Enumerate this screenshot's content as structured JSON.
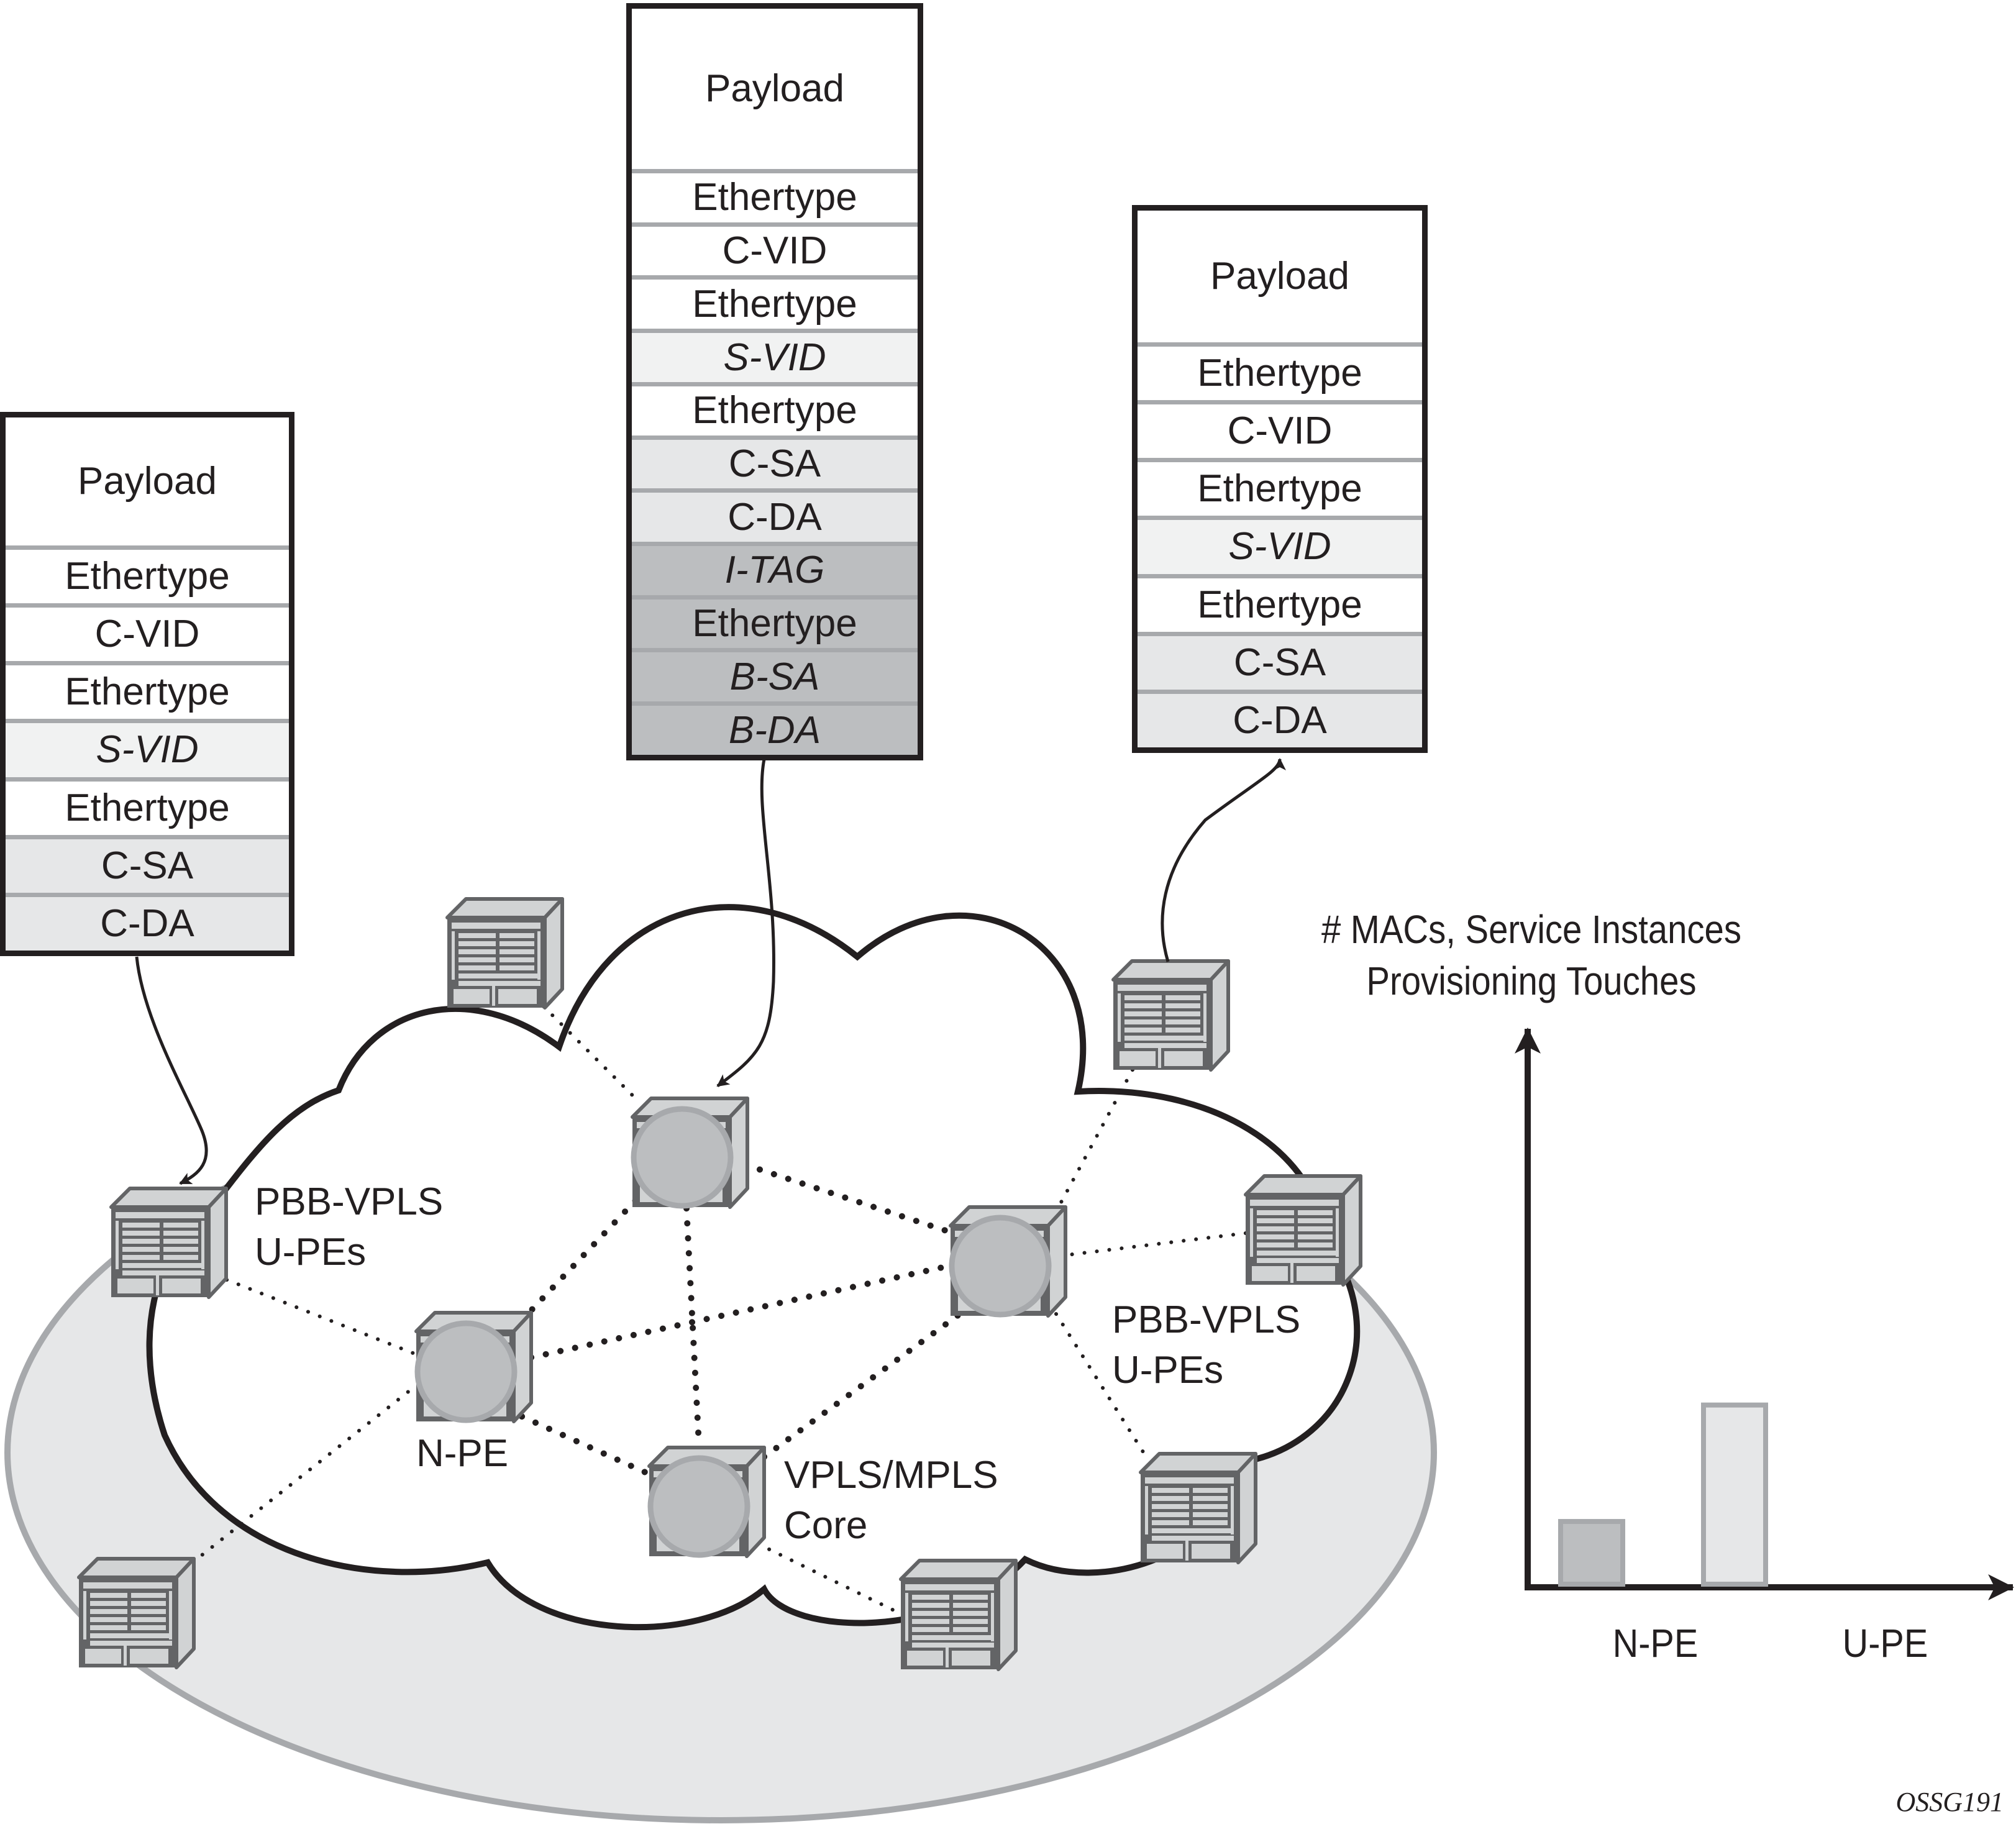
{
  "figure_id": "OSSG191",
  "packets": {
    "left": {
      "rows": [
        {
          "label": "Payload",
          "italic": false,
          "shade": "white",
          "kind": "payload"
        },
        {
          "label": "Ethertype",
          "italic": false,
          "shade": "white"
        },
        {
          "label": "C-VID",
          "italic": false,
          "shade": "white"
        },
        {
          "label": "Ethertype",
          "italic": false,
          "shade": "white"
        },
        {
          "label": "S-VID",
          "italic": true,
          "shade": "light"
        },
        {
          "label": "Ethertype",
          "italic": false,
          "shade": "white"
        },
        {
          "label": "C-SA",
          "italic": false,
          "shade": "mid"
        },
        {
          "label": "C-DA",
          "italic": false,
          "shade": "mid"
        }
      ]
    },
    "center": {
      "rows": [
        {
          "label": "Payload",
          "italic": false,
          "shade": "white",
          "kind": "payload"
        },
        {
          "label": "Ethertype",
          "italic": false,
          "shade": "white"
        },
        {
          "label": "C-VID",
          "italic": false,
          "shade": "white"
        },
        {
          "label": "Ethertype",
          "italic": false,
          "shade": "white"
        },
        {
          "label": "S-VID",
          "italic": true,
          "shade": "light"
        },
        {
          "label": "Ethertype",
          "italic": false,
          "shade": "white"
        },
        {
          "label": "C-SA",
          "italic": false,
          "shade": "mid"
        },
        {
          "label": "C-DA",
          "italic": false,
          "shade": "mid"
        },
        {
          "label": "I-TAG",
          "italic": true,
          "shade": "dark"
        },
        {
          "label": "Ethertype",
          "italic": false,
          "shade": "dark"
        },
        {
          "label": "B-SA",
          "italic": true,
          "shade": "dark"
        },
        {
          "label": "B-DA",
          "italic": true,
          "shade": "dark"
        }
      ]
    },
    "right": {
      "rows": [
        {
          "label": "Payload",
          "italic": false,
          "shade": "white",
          "kind": "payload"
        },
        {
          "label": "Ethertype",
          "italic": false,
          "shade": "white"
        },
        {
          "label": "C-VID",
          "italic": false,
          "shade": "white"
        },
        {
          "label": "Ethertype",
          "italic": false,
          "shade": "white"
        },
        {
          "label": "S-VID",
          "italic": true,
          "shade": "light"
        },
        {
          "label": "Ethertype",
          "italic": false,
          "shade": "white"
        },
        {
          "label": "C-SA",
          "italic": false,
          "shade": "mid"
        },
        {
          "label": "C-DA",
          "italic": false,
          "shade": "mid"
        }
      ]
    }
  },
  "shades": {
    "white": "#ffffff",
    "light": "#f1f2f2",
    "mid": "#e6e7e8",
    "dark": "#bcbec0"
  },
  "network": {
    "labels": {
      "left_upe_line1": "PBB-VPLS",
      "left_upe_line2": "U-PEs",
      "right_upe_line1": "PBB-VPLS",
      "right_upe_line2": "U-PEs",
      "npe": "N-PE",
      "core_line1": "VPLS/MPLS",
      "core_line2": "Core"
    },
    "colors": {
      "ellipse_fill": "#e6e7e8",
      "ellipse_stroke": "#a7a9ac",
      "device_dark": "#636466",
      "device_light": "#d1d3d4",
      "node_circle": "#bcbec0"
    }
  },
  "chart_data": {
    "type": "bar",
    "title": "# MACs, Service Instances Provisioning Touches",
    "title_lines": [
      "# MACs, Service Instances",
      "Provisioning Touches"
    ],
    "categories": [
      "N-PE",
      "U-PE"
    ],
    "values": [
      0.35,
      1.0
    ],
    "value_note": "relative (unitless), U-PE = 1.0",
    "xlabel": "",
    "ylabel": "# MACs, Service Instances, Provisioning Touches",
    "ylim": [
      0,
      3.1
    ],
    "grid": false,
    "bar_colors": [
      "#bcbec0",
      "#e6e7e8"
    ],
    "bar_stroke": "#a7a9ac"
  }
}
